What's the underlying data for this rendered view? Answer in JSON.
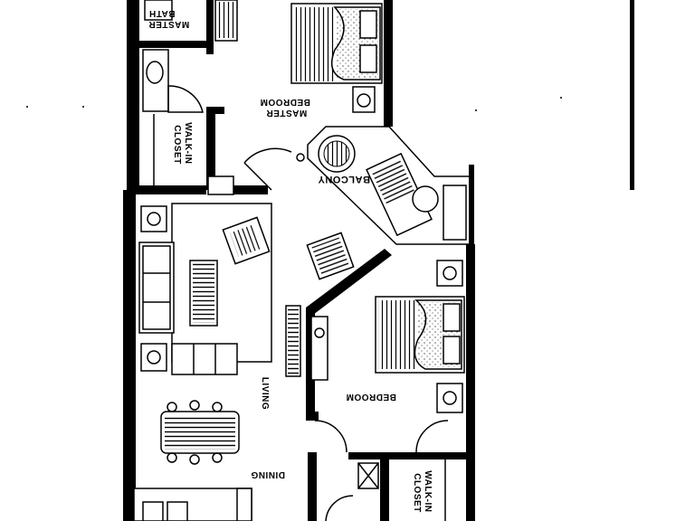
{
  "rooms": {
    "master_bath": [
      "MASTER",
      "BATH"
    ],
    "master_bedroom": [
      "MASTER",
      "BEDROOM"
    ],
    "walk_in_closet_top": [
      "WALK-IN",
      "CLOSET"
    ],
    "balcony": "BALCONY",
    "living": "LIVING",
    "bedroom": "BEDROOM",
    "dining": "DINING",
    "walk_in_closet_bottom": [
      "WALK-IN",
      "CLOSET"
    ]
  }
}
